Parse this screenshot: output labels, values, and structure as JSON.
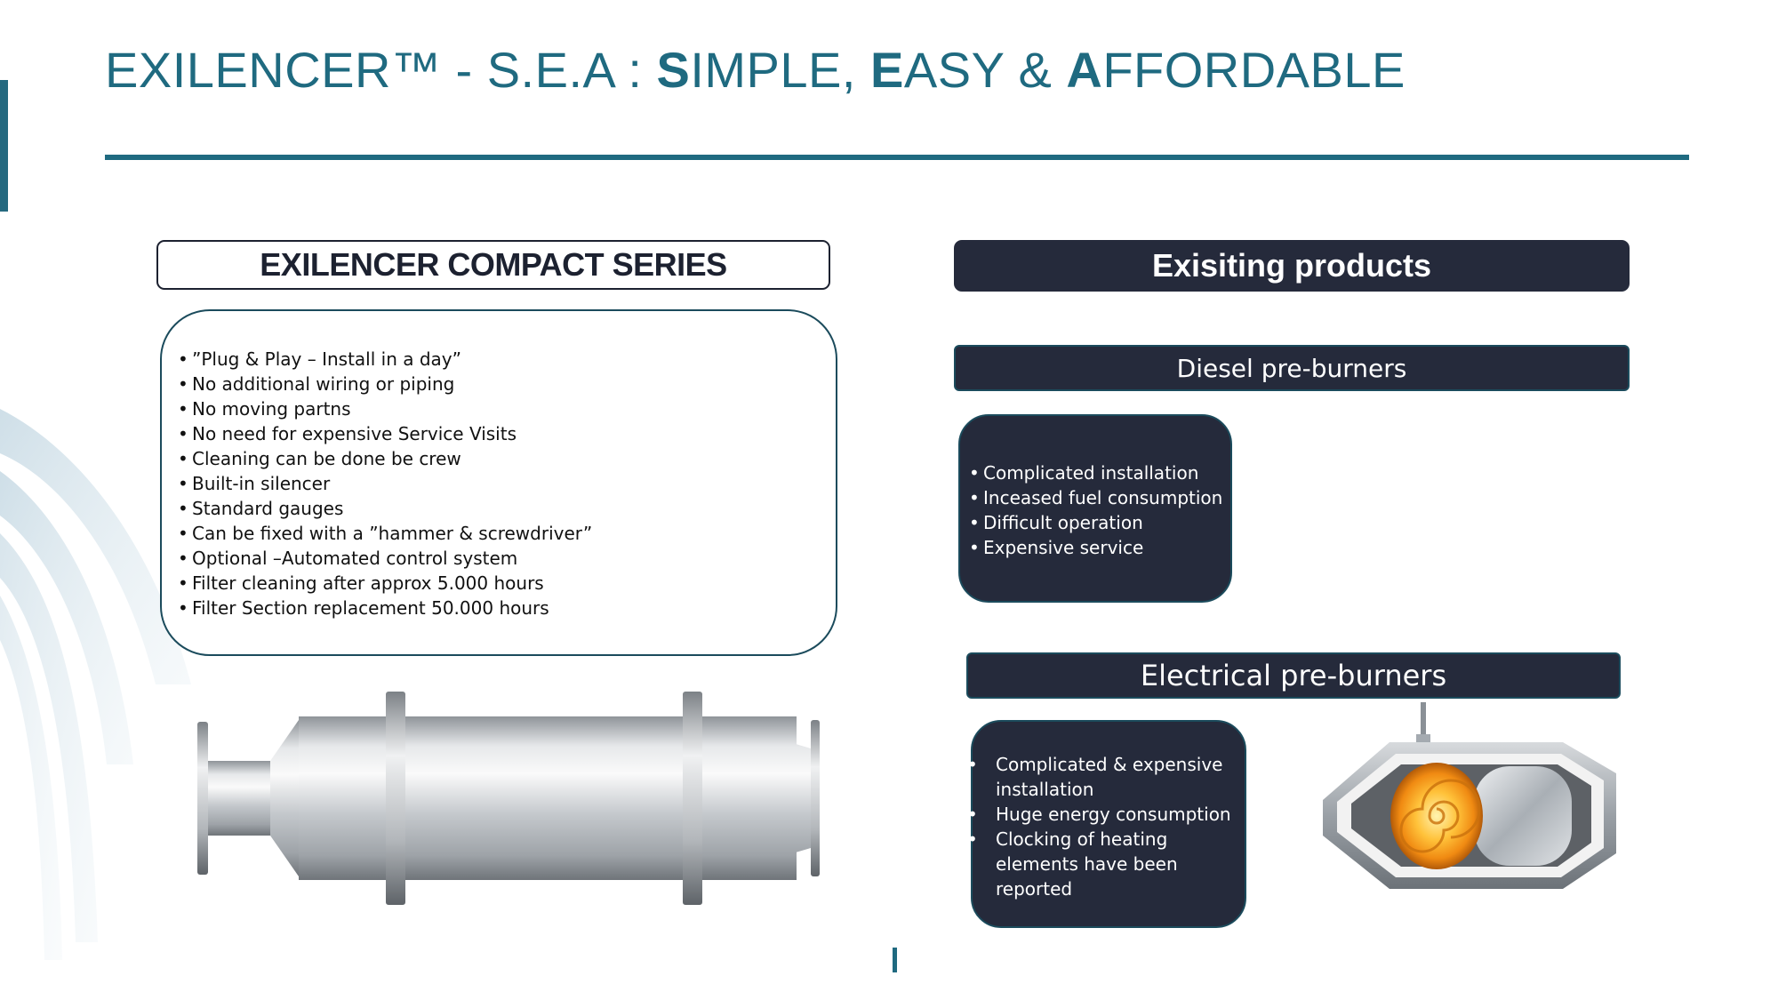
{
  "title": {
    "parts": [
      {
        "text": "EXILENCER™ - S.E.A : ",
        "bold": false
      },
      {
        "text": "S",
        "bold": true
      },
      {
        "text": "IMPLE, ",
        "bold": false
      },
      {
        "text": "E",
        "bold": true
      },
      {
        "text": "ASY & ",
        "bold": false
      },
      {
        "text": "A",
        "bold": true
      },
      {
        "text": "FFORDABLE",
        "bold": false
      }
    ]
  },
  "compact": {
    "header": "EXILENCER COMPACT SERIES",
    "features": [
      "”Plug & Play – Install in a day”",
      "No additional wiring or piping",
      "No moving partns",
      "No need for expensive Service Visits",
      "Cleaning can be done be crew",
      "Built-in silencer",
      "Standard gauges",
      "Can be fixed with a ”hammer & screwdriver”",
      "Optional –Automated control system",
      "Filter cleaning after approx 5.000 hours",
      "Filter Section replacement 50.000 hours"
    ]
  },
  "existing": {
    "header": "Exisiting products",
    "diesel": {
      "header": "Diesel pre-burners",
      "items": [
        "Complicated installation",
        "Inceased fuel consumption",
        "Difficult operation",
        "Expensive service"
      ]
    },
    "electrical": {
      "header": "Electrical pre-burners",
      "items": [
        "Complicated & expensive installation",
        "Huge energy consumption",
        "Clocking of heating elements have been reported"
      ]
    }
  },
  "colors": {
    "brand_teal": "#1f6a80",
    "dark_navy": "#252a3b"
  }
}
